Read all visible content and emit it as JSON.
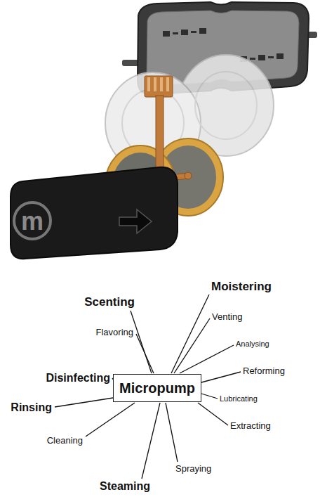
{
  "diagram": {
    "nodes": [
      {
        "text": [
          "Micropump"
        ]
      }
    ],
    "labels": [
      "m",
      "Scenting",
      "Moistering",
      "Flavoring",
      "Venting",
      "Analysing",
      "Reforming",
      "Disinfecting",
      "Lubricating",
      "Rinsing",
      "Extracting",
      "Cleaning",
      "Spraying",
      "Steaming"
    ]
  }
}
